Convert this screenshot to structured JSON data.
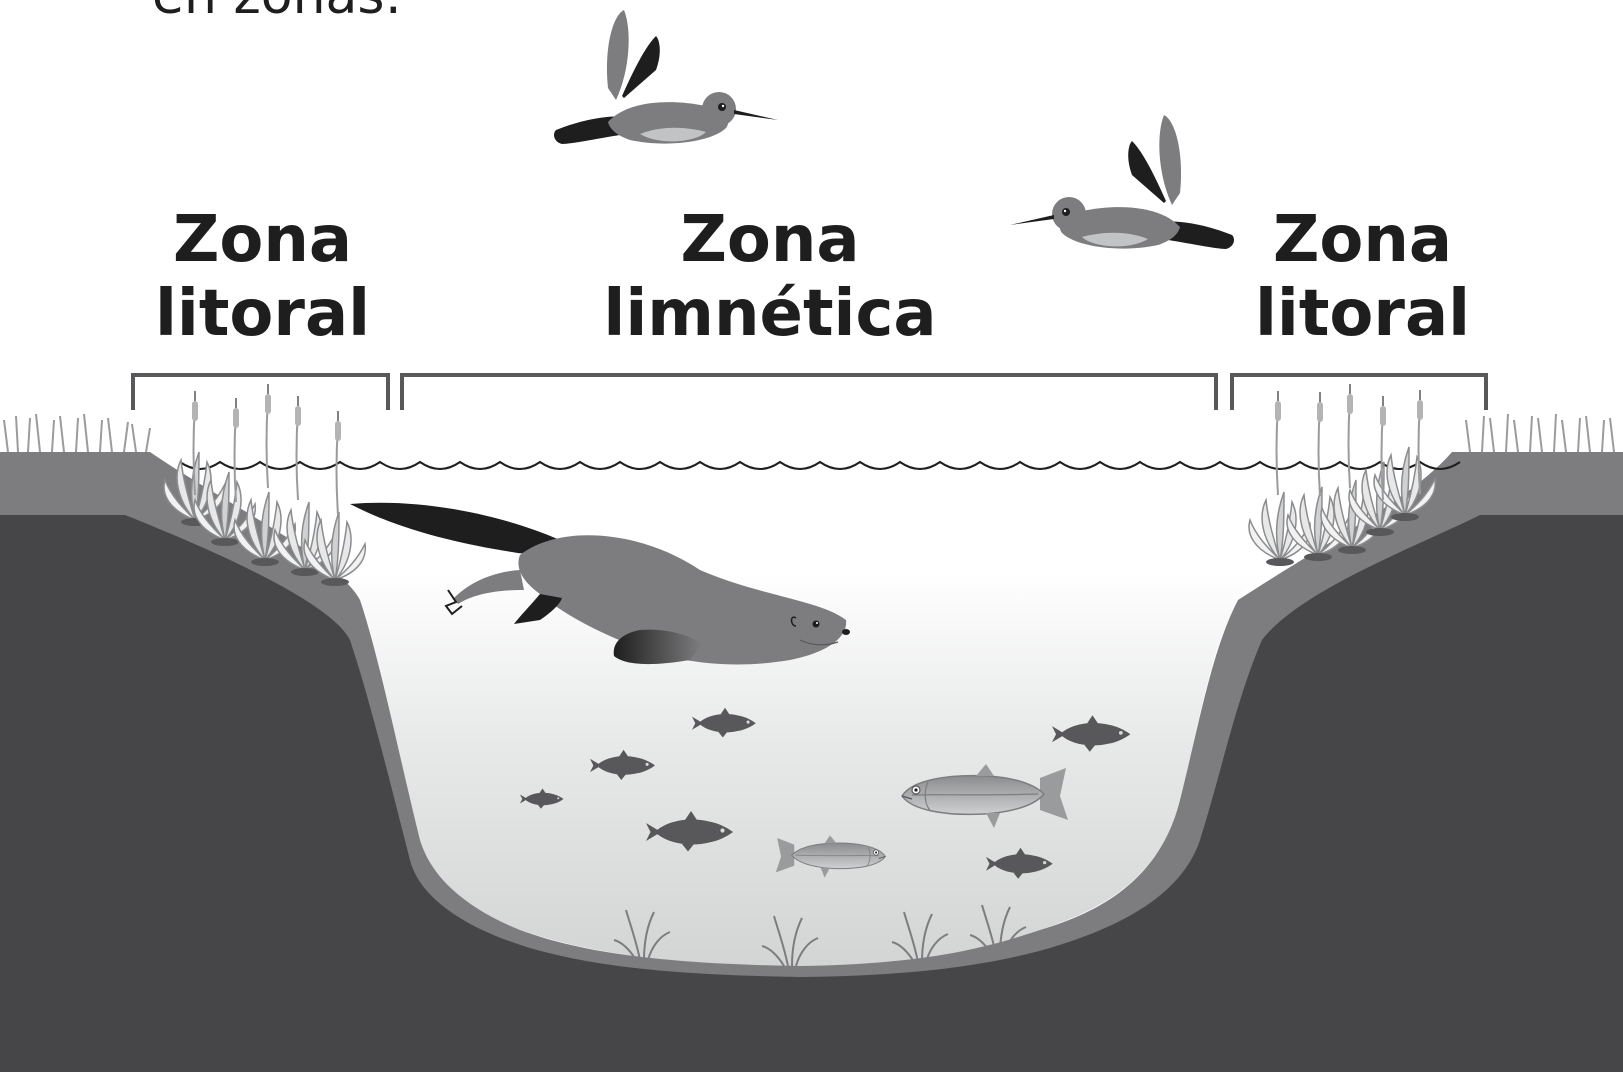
{
  "title_partial": "en zonas:",
  "zones": [
    {
      "line1": "Zona",
      "line2": "litoral"
    },
    {
      "line1": "Zona",
      "line2": "limnética"
    },
    {
      "line1": "Zona",
      "line2": "litoral"
    }
  ],
  "colors": {
    "ground_dark": "#464648",
    "ground_slope": "#7d7d7f",
    "water_top": "#ffffff",
    "water_bottom": "#d4d5d5",
    "bracket": "#58585a",
    "text": "#1e1e1e",
    "fish_dark": "#58585a",
    "animal_gray": "#7d7d7f",
    "animal_black": "#1e1e1e"
  },
  "icons": [
    "hummingbird-icon",
    "otter-icon",
    "fish-icon",
    "trout-icon",
    "cattail-icon",
    "grass-icon"
  ]
}
